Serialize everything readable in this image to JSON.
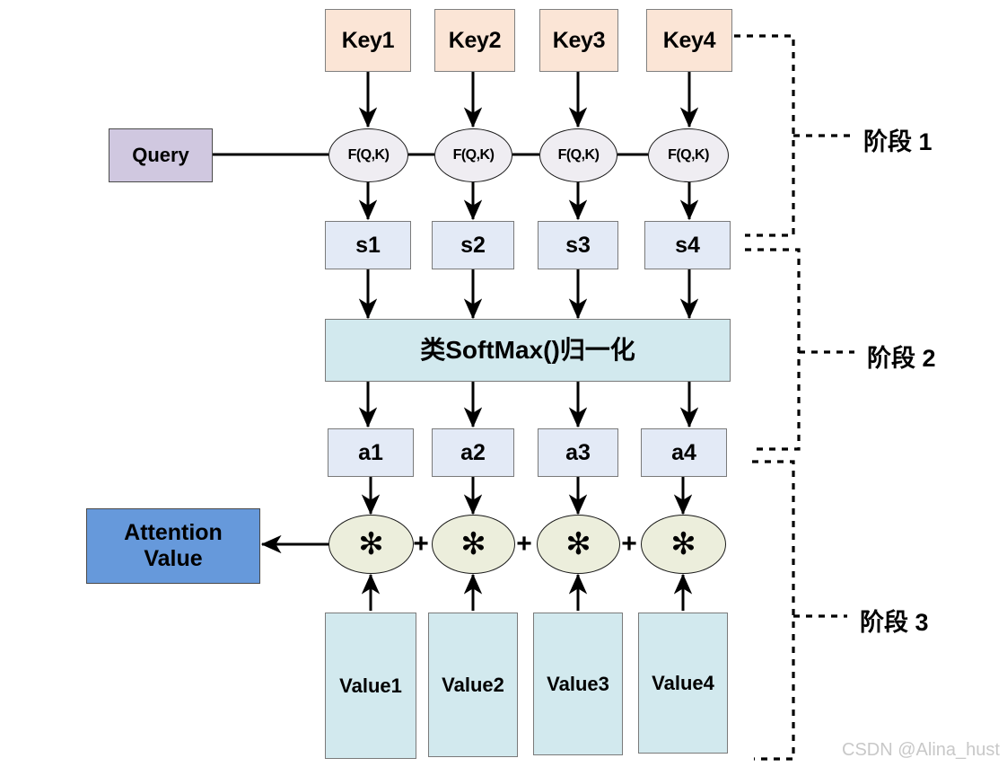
{
  "diagram": {
    "title": "Attention Mechanism Three-Stage Computation",
    "colors": {
      "key_fill": "#FBE5D6",
      "query_fill": "#D0C8E0",
      "fqk_fill": "#EFEDF2",
      "score_fill": "#E3EAF6",
      "softmax_fill": "#D2E9EE",
      "multiply_fill": "#ECEEDC",
      "attention_fill": "#6699DB",
      "value_fill": "#D2E9EE",
      "stroke": "#000000",
      "watermark": "#C8C8C8"
    }
  },
  "keys": [
    {
      "label": "Key1"
    },
    {
      "label": "Key2"
    },
    {
      "label": "Key3"
    },
    {
      "label": "Key4"
    }
  ],
  "query": {
    "label": "Query"
  },
  "similarity_nodes": [
    {
      "label": "F(Q,K)"
    },
    {
      "label": "F(Q,K)"
    },
    {
      "label": "F(Q,K)"
    },
    {
      "label": "F(Q,K)"
    }
  ],
  "scores": [
    {
      "label": "s1"
    },
    {
      "label": "s2"
    },
    {
      "label": "s3"
    },
    {
      "label": "s4"
    }
  ],
  "softmax": {
    "label": "类SoftMax()归一化"
  },
  "weights": [
    {
      "label": "a1"
    },
    {
      "label": "a2"
    },
    {
      "label": "a3"
    },
    {
      "label": "a4"
    }
  ],
  "multiply_nodes": [
    {
      "label": "✻"
    },
    {
      "label": "✻"
    },
    {
      "label": "✻"
    },
    {
      "label": "✻"
    }
  ],
  "plus_signs": [
    {
      "label": "+"
    },
    {
      "label": "+"
    },
    {
      "label": "+"
    }
  ],
  "attention_value": {
    "label": "Attention\nValue",
    "line1": "Attention",
    "line2": "Value"
  },
  "values": [
    {
      "label": "Value1"
    },
    {
      "label": "Value2"
    },
    {
      "label": "Value3"
    },
    {
      "label": "Value4"
    }
  ],
  "stages": [
    {
      "label": "阶段 1"
    },
    {
      "label": "阶段 2"
    },
    {
      "label": "阶段 3"
    }
  ],
  "watermark": {
    "label": "CSDN @Alina_hust"
  }
}
